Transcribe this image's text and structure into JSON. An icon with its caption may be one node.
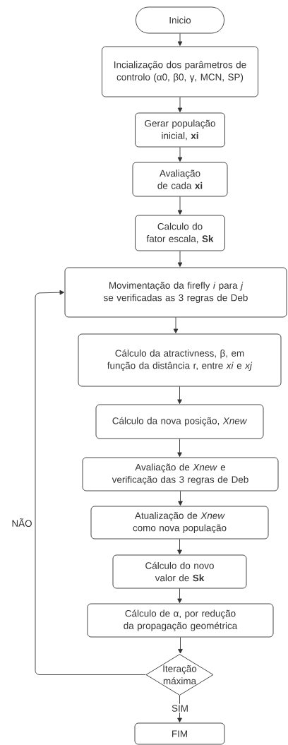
{
  "diagram": {
    "nodes": [
      {
        "text": [
          "Inicio"
        ]
      },
      {
        "text": [
          "Incialização dos parâmetros de controlo (α0, β0, γ, MCN, SP)"
        ]
      },
      {
        "text": [
          "Gerar população inicial, **xi**"
        ]
      },
      {
        "text": [
          "Avaliação de cada **xi**"
        ]
      },
      {
        "text": [
          "Calculo do fator escala, **Sk**"
        ]
      },
      {
        "text": [
          "Movimentação da firefly *i* para *j* se verificadas as 3 regras de Deb"
        ]
      },
      {
        "text": [
          "Cálculo da atractivness, β, em função da distância r, entre *xi* e *xj*"
        ]
      },
      {
        "text": [
          "Cálculo da nova posição, *Xnew*"
        ]
      },
      {
        "text": [
          "Avaliação de *Xnew* e verificação das 3 regras de Deb"
        ]
      },
      {
        "text": [
          "Atualização de *Xnew* como nova população"
        ]
      },
      {
        "text": [
          "Cálculo do novo valor de **Sk**"
        ]
      },
      {
        "text": [
          "Cálculo de α, por redução da propagação geométrica"
        ]
      },
      {
        "text": [
          "Iteração máxima"
        ]
      },
      {
        "text": [
          "FIM"
        ]
      }
    ],
    "edges": [
      {
        "from": 0,
        "to": 1,
        "arrow": "to"
      },
      {
        "from": 1,
        "to": 2,
        "arrow": "to"
      },
      {
        "from": 2,
        "to": 3,
        "arrow": "to"
      },
      {
        "from": 3,
        "to": 4,
        "arrow": "to"
      },
      {
        "from": 4,
        "to": 5,
        "arrow": "to"
      },
      {
        "from": 5,
        "to": 6,
        "arrow": "to"
      },
      {
        "from": 6,
        "to": 7,
        "arrow": "to"
      },
      {
        "from": 7,
        "to": 8,
        "arrow": "to"
      },
      {
        "from": 8,
        "to": 9,
        "arrow": "to"
      },
      {
        "from": 9,
        "to": 10,
        "arrow": "to"
      },
      {
        "from": 10,
        "to": 11,
        "arrow": "to"
      },
      {
        "from": 11,
        "to": 12,
        "arrow": "to"
      },
      {
        "from": 12,
        "to": 13,
        "label": "SIM",
        "arrow": "to"
      },
      {
        "from": 12,
        "to": 5,
        "label": "NÃO",
        "arrow": "to"
      }
    ]
  }
}
